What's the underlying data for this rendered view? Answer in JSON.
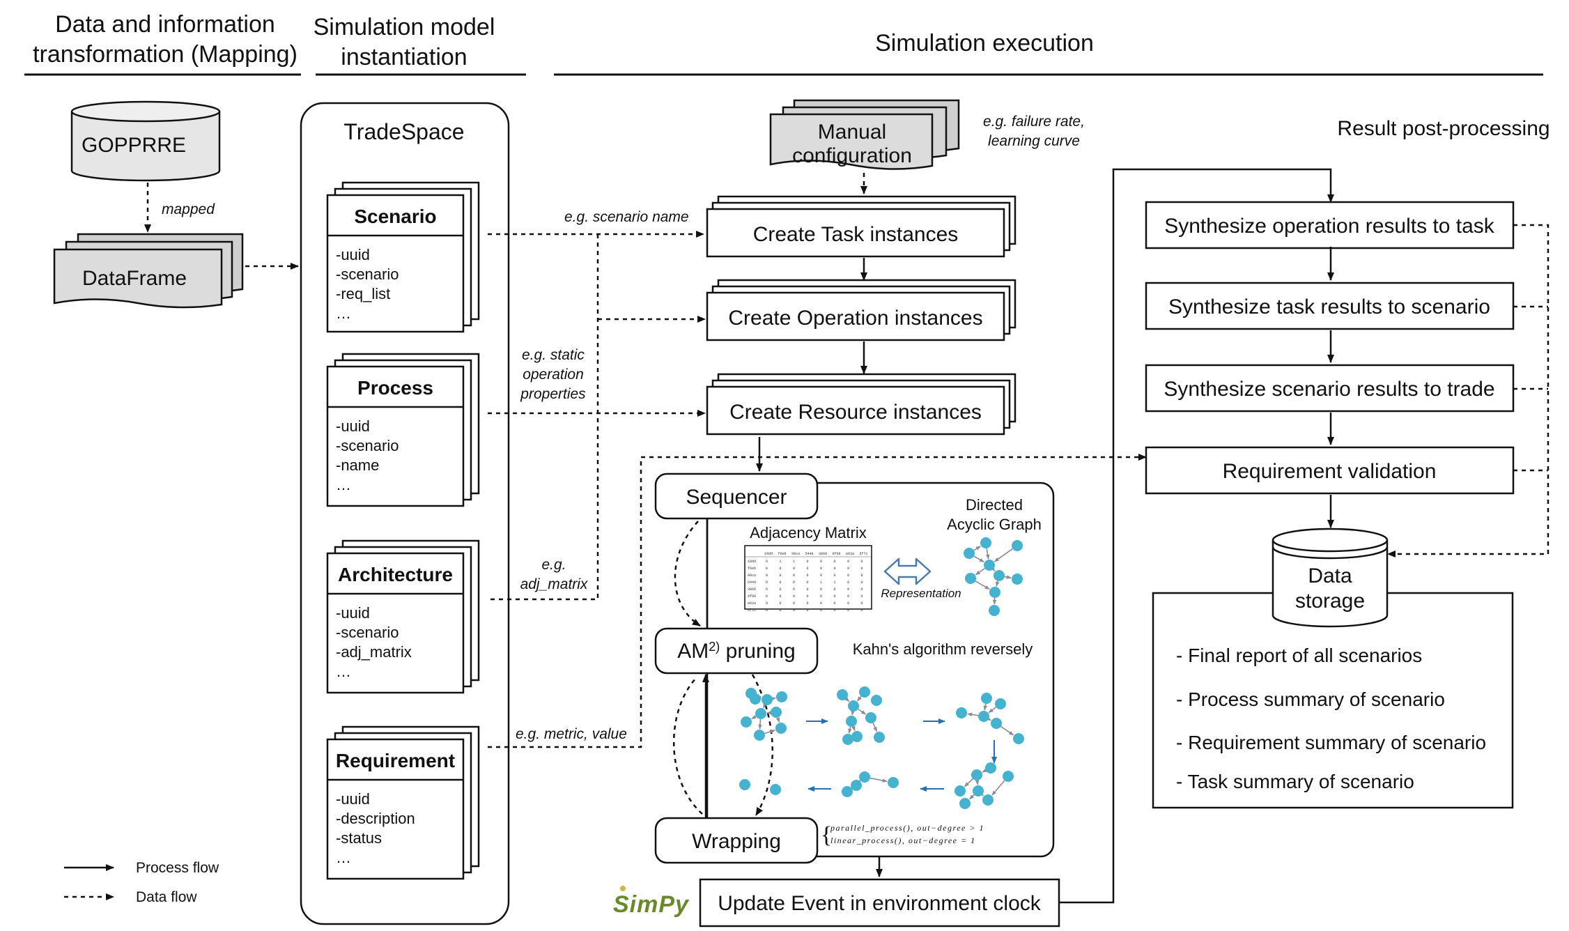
{
  "headers": {
    "mapping": [
      "Data and information",
      "transformation (Mapping)"
    ],
    "instantiation": [
      "Simulation model",
      "instantiation"
    ],
    "execution": "Simulation execution",
    "postprocessing": "Result post-processing"
  },
  "data_sources": {
    "goppre": "GOPPRRE",
    "mapped": "mapped",
    "dataframe": "DataFrame"
  },
  "tradespace": {
    "title": "TradeSpace",
    "classes": [
      {
        "name": "Scenario",
        "attrs": [
          "-uuid",
          "-scenario",
          "-req_list",
          "…"
        ]
      },
      {
        "name": "Process",
        "attrs": [
          "-uuid",
          "-scenario",
          "-name",
          "…"
        ]
      },
      {
        "name": "Architecture",
        "attrs": [
          "-uuid",
          "-scenario",
          "-adj_matrix",
          "…"
        ]
      },
      {
        "name": "Requirement",
        "attrs": [
          "-uuid",
          "-description",
          "-status",
          "…"
        ]
      }
    ]
  },
  "notes": {
    "scenario_name": "e.g. scenario name",
    "static_props": [
      "e.g. static",
      "operation",
      "properties"
    ],
    "adj_matrix": [
      "e.g.",
      "adj_matrix"
    ],
    "metric_value": "e.g. metric, value",
    "failure_rate": [
      "e.g. failure rate,",
      "learning curve"
    ]
  },
  "execution": {
    "manual_config": [
      "Manual",
      "configuration"
    ],
    "create_task": "Create Task instances",
    "create_operation": "Create Operation instances",
    "create_resource": "Create Resource instances",
    "sequencer": "Sequencer",
    "am_pruning": "AM",
    "am_sup": "2)",
    "am_rest": " pruning",
    "wrapping": "Wrapping",
    "adjacency_matrix": "Adjacency Matrix",
    "dag": [
      "Directed",
      "Acyclic Graph"
    ],
    "representation": "Representation",
    "kahn": "Kahn's algorithm reversely",
    "formula": [
      "parallel_process(),  out−degree > 1",
      "linear_process(),  out−degree = 1"
    ],
    "update_event": "Update Event in environment clock",
    "simpy_logo": "SimPy"
  },
  "matrix": {
    "headers": [
      "10dd",
      "f6eb",
      "90ca",
      "5449",
      "3068",
      "9f96",
      "e63a",
      "5f7c"
    ],
    "rows": [
      [
        "10dd",
        "0",
        "1",
        "1",
        "0",
        "0",
        "0",
        "0",
        "0"
      ],
      [
        "f6eb",
        "0",
        "0",
        "0",
        "0",
        "0",
        "0",
        "0",
        "0"
      ],
      [
        "90ca",
        "0",
        "0",
        "0",
        "0",
        "0",
        "0",
        "0",
        "0"
      ],
      [
        "5449",
        "0",
        "0",
        "0",
        "0",
        "1",
        "1",
        "0",
        "0"
      ],
      [
        "3068",
        "0",
        "0",
        "0",
        "0",
        "0",
        "0",
        "0",
        "0"
      ],
      [
        "9f96",
        "0",
        "0",
        "0",
        "0",
        "0",
        "0",
        "0",
        "0"
      ],
      [
        "e63a",
        "0",
        "0",
        "0",
        "0",
        "0",
        "0",
        "0",
        "0"
      ],
      [
        "5f7c",
        "0",
        "0",
        "0",
        "0",
        "0",
        "0",
        "0",
        "0"
      ]
    ]
  },
  "postprocessing": {
    "steps": [
      "Synthesize operation results to task",
      "Synthesize task results to scenario",
      "Synthesize scenario results to trade",
      "Requirement validation"
    ],
    "storage": [
      "Data",
      "storage"
    ],
    "reports": [
      "- Final report of all scenarios",
      "- Process summary of scenario",
      "- Requirement summary of scenario",
      "-  Task summary of scenario"
    ]
  },
  "legend": {
    "process_flow": "Process flow",
    "data_flow": "Data flow"
  },
  "colors": {
    "node": "#45b3cf",
    "arrow_blue": "#2a6fb5",
    "shade": "#d9d9d9",
    "simpy_green": "#6a8a2a",
    "simpy_yellow": "#d8b43a"
  }
}
